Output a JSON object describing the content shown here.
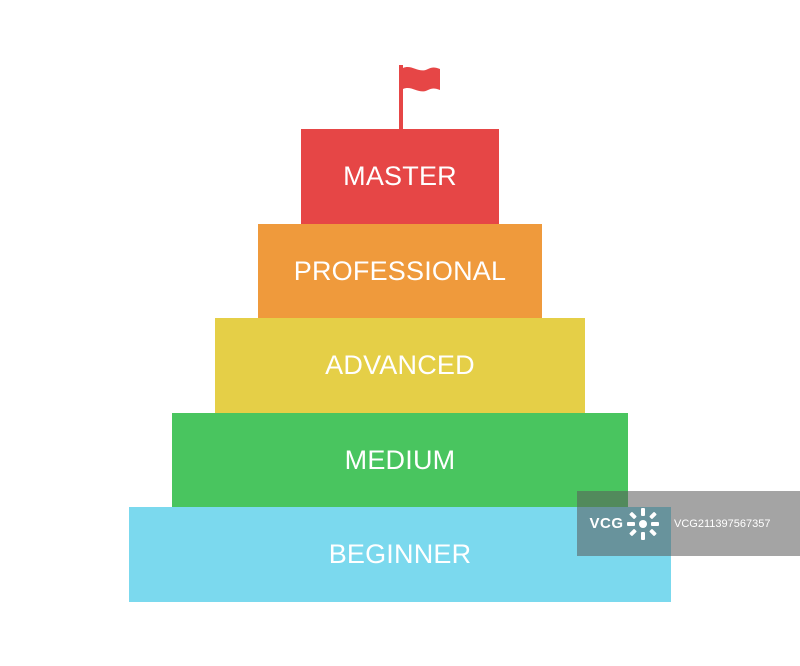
{
  "diagram": {
    "levels": [
      {
        "label": "MASTER",
        "color": "#e64646"
      },
      {
        "label": "PROFESSIONAL",
        "color": "#ef9a3c"
      },
      {
        "label": "ADVANCED",
        "color": "#e5cf47"
      },
      {
        "label": "MEDIUM",
        "color": "#49c55f"
      },
      {
        "label": "BEGINNER",
        "color": "#7bd9ee"
      }
    ],
    "flag_color": "#e64646"
  },
  "watermark": {
    "logo_text": "VCG",
    "id_text": "VCG211397567357"
  }
}
